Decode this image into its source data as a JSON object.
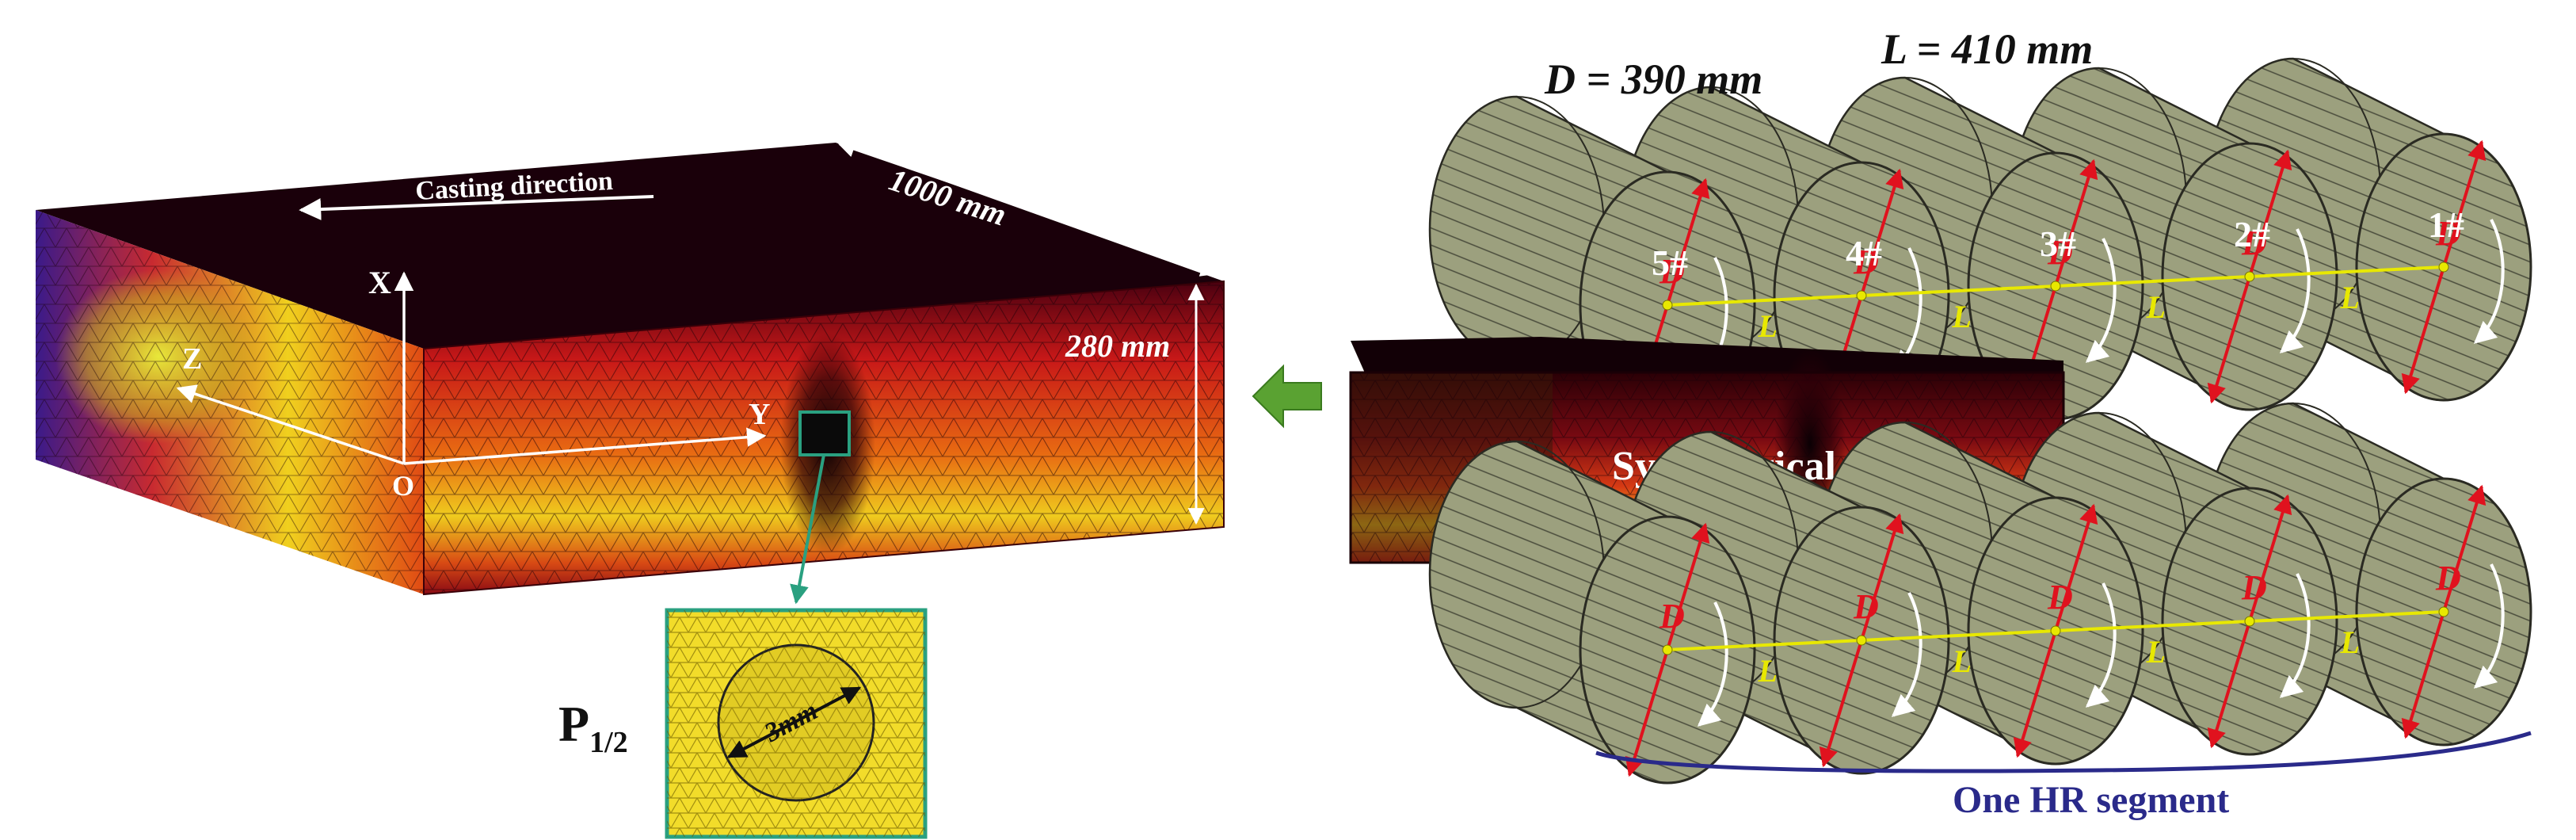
{
  "dimensions": {
    "roll_diameter_label": "D = 390 mm",
    "roll_pitch_label": "L = 410 mm",
    "slab_width_label": "1000 mm",
    "slab_thickness_label": "280 mm"
  },
  "slab": {
    "casting_direction": "Casting direction",
    "axis_x": "X",
    "axis_y": "Y",
    "axis_z": "Z",
    "origin": "O"
  },
  "detail": {
    "label_main": "P",
    "label_sub": "1/2",
    "diameter_label": "3mm"
  },
  "rolls": {
    "numbers": [
      "5#",
      "4#",
      "3#",
      "2#",
      "1#"
    ],
    "diameter_symbol": "D",
    "pitch_symbol": "L",
    "segment_label": "One HR segment"
  },
  "section": {
    "surface_label": "Symmetrical surface"
  },
  "colors": {
    "mesh_dark": "#1a0008",
    "mesh_red": "#d01a1a",
    "mesh_yellow": "#f0e020",
    "roll_fill": "#9c9f7c",
    "dimension_red": "#e0121e",
    "center_line": "#e8e800",
    "arrow_green": "#5aa232",
    "segment_blue": "#2a2a8a",
    "detail_frame": "#2aa080"
  }
}
